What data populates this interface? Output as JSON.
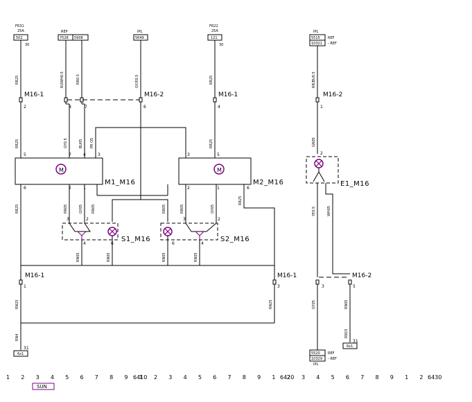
{
  "fuses": [
    {
      "line1": "FR31",
      "line2": "25A",
      "tag": "502",
      "pin": "30"
    },
    {
      "line1": "FR22",
      "line2": "25A",
      "tag": "121",
      "pin": "30"
    }
  ],
  "ref_connector": {
    "title": "REP",
    "tag1": "7528",
    "tag2": "5908"
  },
  "ipl_top_a": {
    "title": "IPL",
    "tag": "5649"
  },
  "ipl_top_b": {
    "title": "IPL",
    "tag1": "5515",
    "ref1": "REF",
    "tag2": "10321",
    "ref2": "- REF"
  },
  "ipl_bottom": {
    "title": "IPL",
    "tag1": "5520",
    "ref1": "REF",
    "tag2": "10329",
    "ref2": "- REF"
  },
  "connectors": {
    "m16_1": "M16-1",
    "m16_2": "M16-2",
    "pins": {
      "p2": "2",
      "p8": "8",
      "p7": "7",
      "p6": "6",
      "p4": "4",
      "p1": "1",
      "p3": "3",
      "p5": "5",
      "p31": "31"
    }
  },
  "components": {
    "m1": "M1_M16",
    "m2": "M2_M16",
    "s1": "S1_M16",
    "s2": "S2_M16",
    "e1": "E1_M16",
    "motor_glyph": "M"
  },
  "wires": {
    "rr25": "RR25",
    "rr_wh05": "RUWH0.5",
    "rr05": "RR0.5",
    "gy_ye05": "GY/E0.5",
    "rr_bu05": "RR/BU0.5",
    "gy05": "GY0.5",
    "bu05": "BU05",
    "pr_o5": "PR O5",
    "rr05b": "RR05",
    "gn05": "GN05",
    "gy05b": "GY05",
    "ye05": "YE0.5",
    "wh05": "WH05",
    "rn05": "RN05",
    "rn25": "RN25",
    "rn4": "RN4",
    "rn05b": "RN05",
    "rn15": "RN15"
  },
  "grounds": {
    "g1": "6x1",
    "g2": "6x1"
  },
  "ruler": {
    "ticks": [
      "1",
      "2",
      "3",
      "4",
      "5",
      "6",
      "7",
      "8",
      "9",
      "1",
      "2",
      "3",
      "4",
      "5",
      "6",
      "7",
      "8",
      "9",
      "1",
      "2",
      "3",
      "4",
      "5",
      "6",
      "7",
      "8",
      "9",
      "1",
      "2"
    ],
    "sec1": "6410",
    "sec2": "6420",
    "sec3": "6430",
    "marker": "SUN"
  }
}
